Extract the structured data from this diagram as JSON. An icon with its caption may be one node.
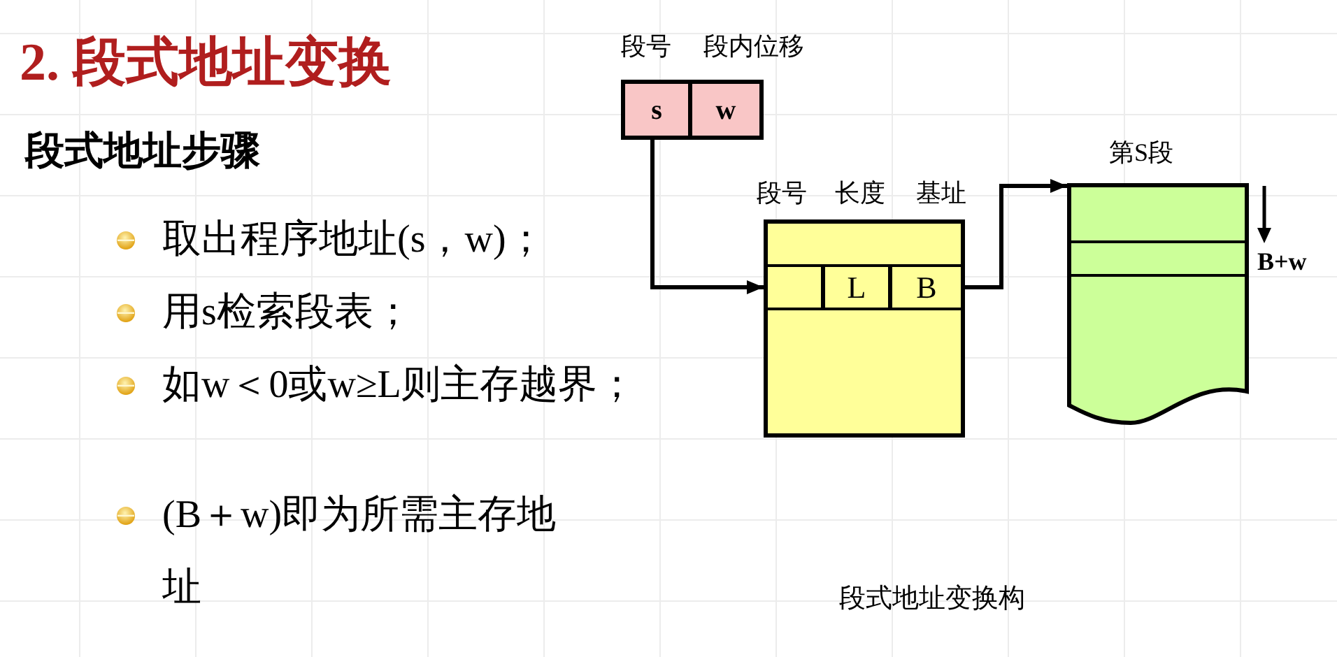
{
  "diagram": {
    "title": "2. 段式地址变换",
    "caption": "段式地址变换构",
    "nodes": [
      {
        "text": [
          "s"
        ],
        "beside": [
          "段号"
        ]
      },
      {
        "text": [
          "w"
        ],
        "beside": [
          "段内位移"
        ]
      },
      {
        "text": [],
        "shape": "box"
      },
      {
        "text": [],
        "shape": "box",
        "in": 2,
        "beside": [
          "段号"
        ]
      },
      {
        "text": [
          "L"
        ],
        "in": 2,
        "beside": [
          "长度"
        ]
      },
      {
        "text": [
          "B"
        ],
        "in": 2,
        "beside": [
          "基址"
        ]
      },
      {
        "text": [],
        "shape": "document",
        "beside": [
          "第S段"
        ]
      },
      {
        "text": [],
        "shape": "box",
        "in": 6
      }
    ],
    "edges": [
      {
        "from": 0,
        "to": 3,
        "arrow": "to"
      },
      {
        "from": 5,
        "to": 6,
        "arrow": "to"
      }
    ],
    "labels": [
      "段式地址步骤",
      "取出程序地址(s，w)；",
      "用s检索段表；",
      "如w＜0或w≥L则主存越界；",
      "(B＋w)即为所需主存地址",
      "B+w"
    ]
  }
}
